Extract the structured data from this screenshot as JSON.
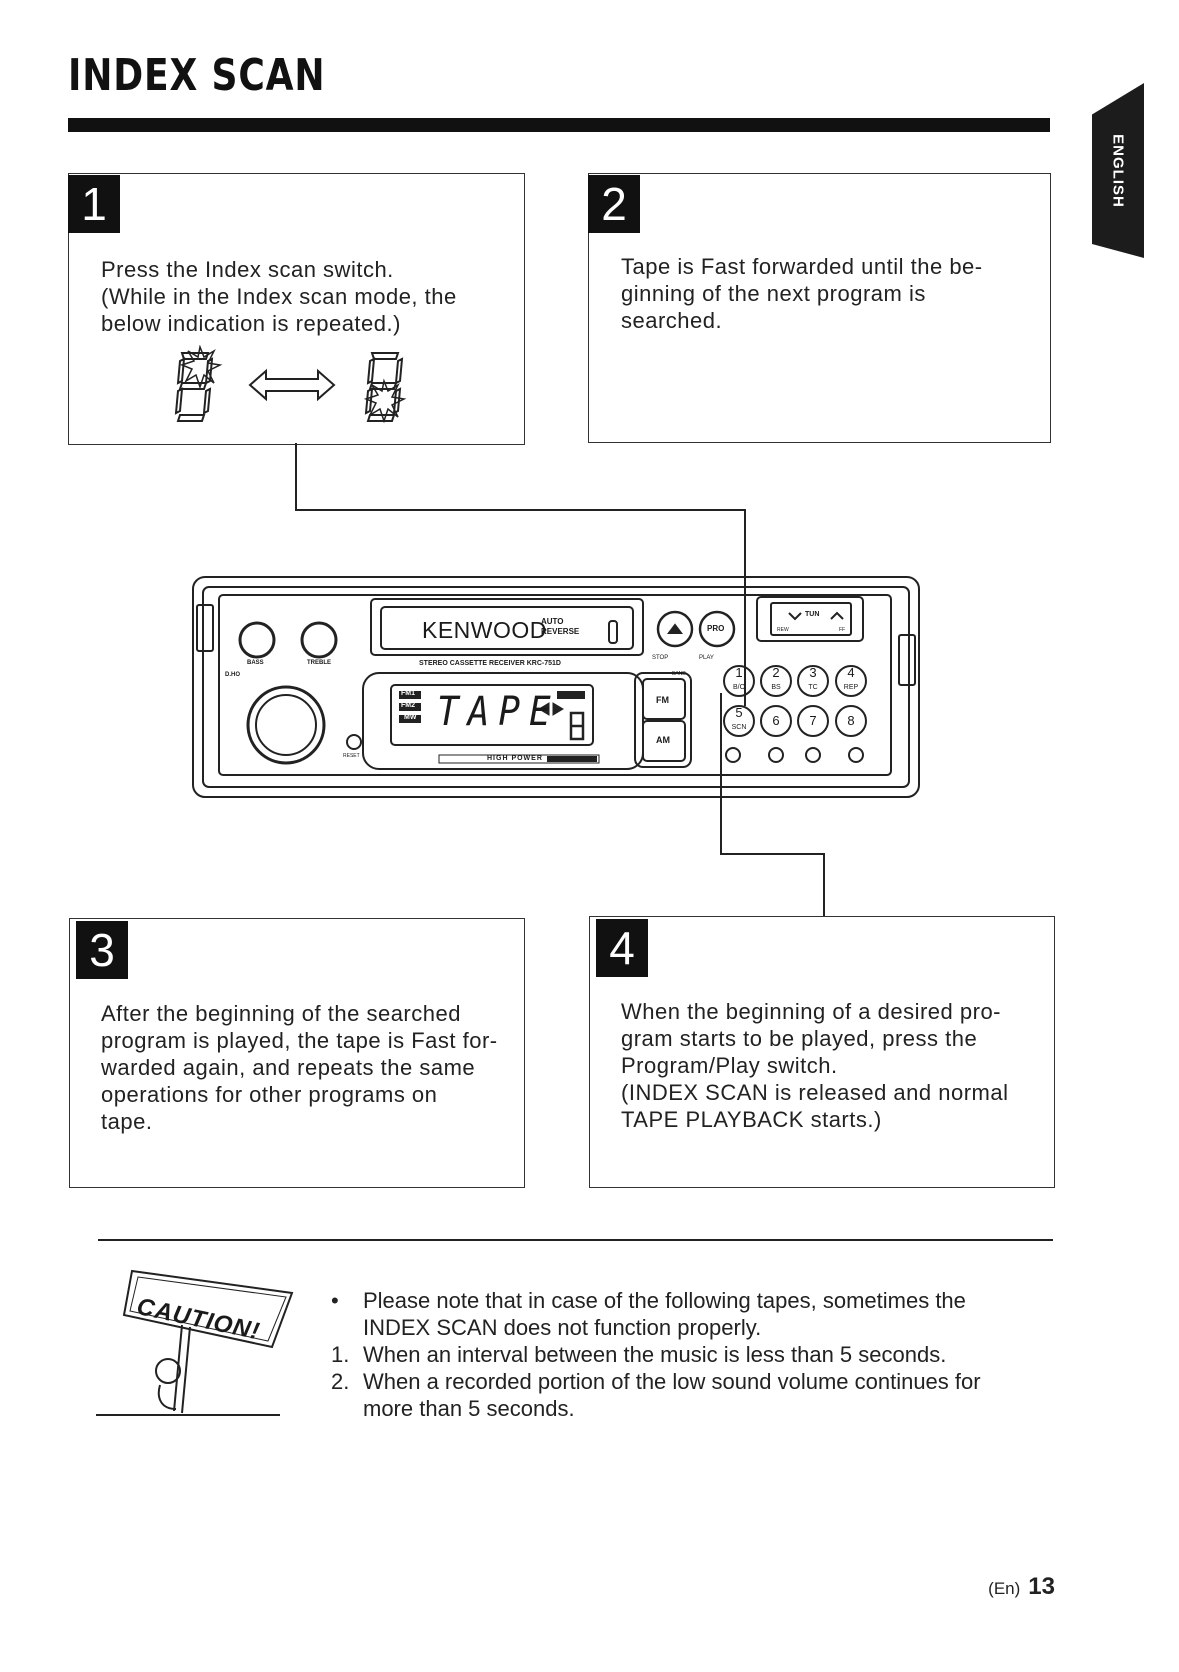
{
  "page": {
    "title": "INDEX SCAN",
    "language_tab": "ENGLISH",
    "footer": {
      "lang_code": "(En)",
      "page_number": "13"
    }
  },
  "steps": [
    {
      "number": "1",
      "lines": [
        "Press the Index scan switch.",
        "(While in the Index scan mode, the",
        "below indication is repeated.)"
      ]
    },
    {
      "number": "2",
      "lines": [
        "Tape is Fast forwarded until the be-",
        "ginning of the next program is",
        "searched."
      ]
    },
    {
      "number": "3",
      "lines": [
        "After the beginning of the searched",
        "program is played, the tape is Fast for-",
        "warded again, and repeats the same",
        "operations for other programs on",
        "tape."
      ]
    },
    {
      "number": "4",
      "lines": [
        "When the beginning of a desired pro-",
        "gram starts to be played, press the",
        "Program/Play switch.",
        "(INDEX SCAN is released and normal",
        "TAPE PLAYBACK starts.)"
      ]
    }
  ],
  "unit": {
    "brand": "KENWOOD",
    "auto_reverse": [
      "AUTO",
      "REVERSE"
    ],
    "model_line": "STEREO CASSETTE RECEIVER  KRC-751D",
    "display_text": "TAPE",
    "high_power": "HIGH POWER",
    "knob_labels": [
      "BASS",
      "TREBLE"
    ],
    "side_labels": [
      "D.HO",
      "RESET"
    ],
    "band_indicators": [
      "FM1",
      "FM2",
      "MW"
    ],
    "band_buttons": [
      "FM",
      "AM"
    ],
    "transport_labels": [
      "STOP",
      "PLAY",
      "BAND"
    ],
    "small_buttons": [
      "PRO",
      "TUN"
    ],
    "seek_labels": [
      "REW",
      "FF"
    ],
    "preset_buttons": [
      {
        "n": "1",
        "sub": "B/O"
      },
      {
        "n": "2",
        "sub": "BS"
      },
      {
        "n": "3",
        "sub": "TC"
      },
      {
        "n": "4",
        "sub": "REP"
      },
      {
        "n": "5",
        "sub": "SCN"
      },
      {
        "n": "6",
        "sub": ""
      },
      {
        "n": "7",
        "sub": ""
      },
      {
        "n": "8",
        "sub": ""
      }
    ]
  },
  "caution": {
    "sign_text": "CAUTION!",
    "items": [
      {
        "marker": "•",
        "lines": [
          "Please note that in case of the following tapes, sometimes the",
          "INDEX SCAN does not function properly."
        ]
      },
      {
        "marker": "1.",
        "lines": [
          "When an interval between the music is less than 5 seconds."
        ]
      },
      {
        "marker": "2.",
        "lines": [
          "When a recorded portion of the low sound volume continues for",
          "more than 5 seconds."
        ]
      }
    ]
  }
}
